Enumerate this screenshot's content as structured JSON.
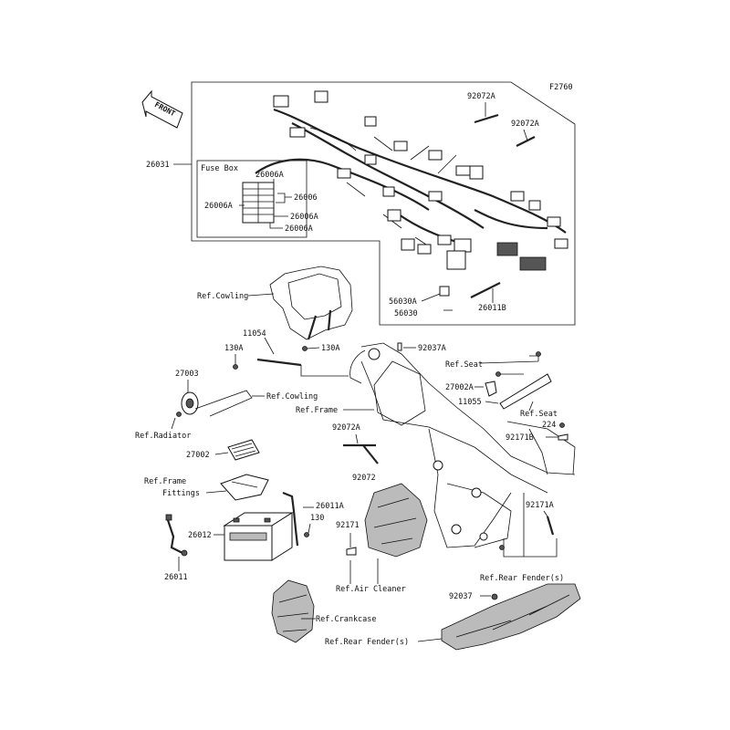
{
  "figure_code": "F2760",
  "front_label": "FRONT",
  "fuse_box_title": "Fuse Box",
  "labels": {
    "p26031": "26031",
    "p26006A_top": "26006A",
    "p26006A_left": "26006A",
    "p26006": "26006",
    "p26006A_mid": "26006A",
    "p26006A_bot": "26006A",
    "p92072A_top": "92072A",
    "p92072A_right": "92072A",
    "p56030A": "56030A",
    "p56030": "56030",
    "p26011B": "26011B",
    "ref_cowling_top": "Ref.Cowling",
    "p11054": "11054",
    "p130A_left": "130A",
    "p130A_right": "130A",
    "p92037A": "92037A",
    "ref_seat_top": "Ref.Seat",
    "p27003": "27003",
    "ref_cowling_mid": "Ref.Cowling",
    "p27002A": "27002A",
    "p11055": "11055",
    "ref_frame": "Ref.Frame",
    "ref_seat_bot": "Ref.Seat",
    "ref_radiator": "Ref.Radiator",
    "p224": "224",
    "p92072A_mid": "92072A",
    "p92171B": "92171B",
    "p27002": "27002",
    "p92072": "92072",
    "ref_frame_fittings_1": "Ref.Frame",
    "ref_frame_fittings_2": "Fittings",
    "p26011A": "26011A",
    "p92171A": "92171A",
    "p130": "130",
    "p92171": "92171",
    "p26012": "26012",
    "p26011": "26011",
    "ref_air_cleaner": "Ref.Air Cleaner",
    "ref_rear_fender_1": "Ref.Rear Fender(s)",
    "p92037": "92037",
    "ref_crankcase": "Ref.Crankcase",
    "ref_rear_fender_2": "Ref.Rear Fender(s)"
  }
}
